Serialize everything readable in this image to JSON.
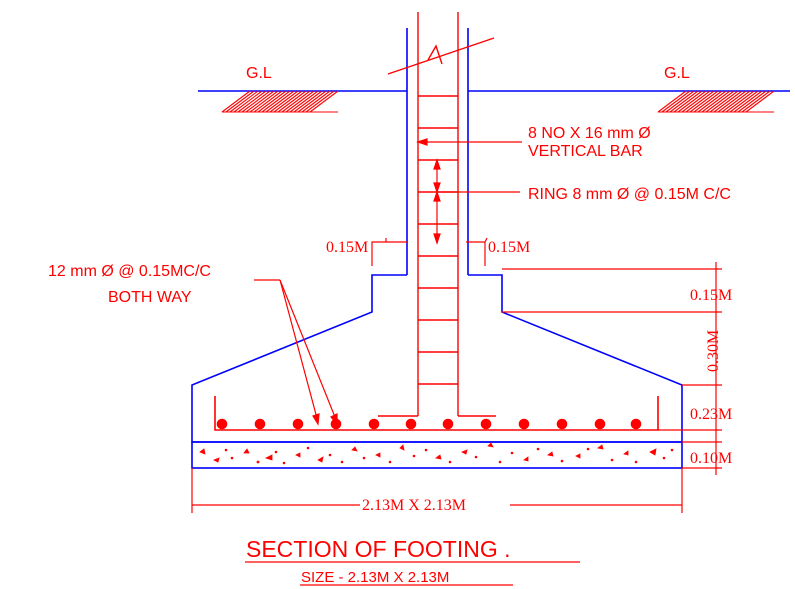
{
  "labels": {
    "gl_left": "G.L",
    "gl_right": "G.L",
    "vertical_bar_line1": "8 NO X 16 mm Ø",
    "vertical_bar_line2": "VERTICAL BAR",
    "ring": "RING 8 mm Ø @ 0.15M C/C",
    "offset_left": "0.15M",
    "offset_right": "0.15M",
    "mesh_line1": "12 mm Ø @ 0.15MC/C",
    "mesh_line2": "BOTH WAY",
    "dim_pedestal": "0.15M",
    "dim_slope": "0.30M",
    "dim_base": "0.23M",
    "dim_pcc": "0.10M",
    "dim_width": "2.13M X 2.13M",
    "title": "SECTION OF FOOTING .",
    "subtitle": "SIZE - 2.13M X 2.13M"
  },
  "colors": {
    "concrete_outline": "#0000ff",
    "reinforcement": "#ff0000",
    "hatch": "#ff0000"
  }
}
